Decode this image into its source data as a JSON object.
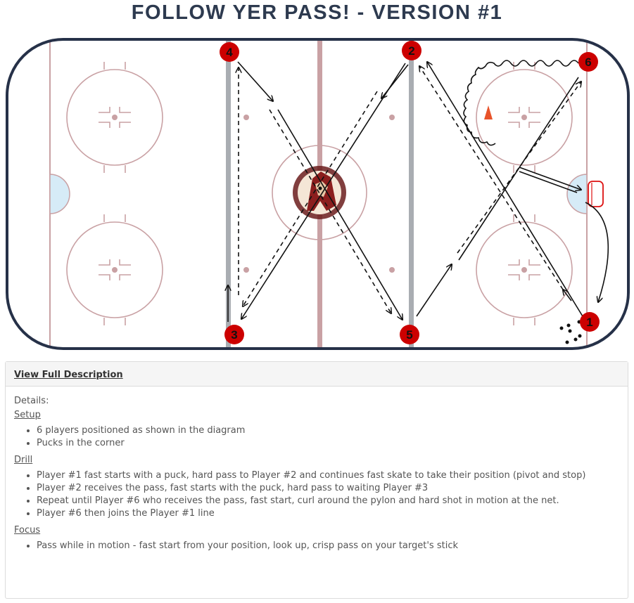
{
  "title": "FOLLOW YER PASS! - VERSION #1",
  "diagram": {
    "players": [
      "1",
      "2",
      "3",
      "4",
      "5",
      "6"
    ],
    "colors": {
      "rink_border": "#263148",
      "rink_lines": "#c9a1a4",
      "blue_line": "#a9adb2",
      "player_fill": "#cc0000",
      "crease": "#d6ebf7",
      "pylon": "#e8532a"
    }
  },
  "description": {
    "link_label": "View Full Description",
    "details_label": "Details:",
    "sections": [
      {
        "heading": "Setup",
        "items": [
          "6 players positioned as shown in the diagram",
          "Pucks in the corner"
        ]
      },
      {
        "heading": "Drill",
        "items": [
          "Player #1 fast starts with a puck, hard pass to Player #2 and continues fast skate to take their position (pivot and stop)",
          "Player #2 receives the pass, fast starts with the puck, hard pass to waiting Player #3",
          "Repeat until Player #6  who receives the pass, fast start, curl around the pylon and hard shot in motion at the net.",
          "Player #6 then joins the Player #1 line"
        ]
      },
      {
        "heading": "Focus",
        "items": [
          "Pass while in motion - fast start from your position, look up, crisp pass on your target's stick"
        ]
      }
    ]
  }
}
